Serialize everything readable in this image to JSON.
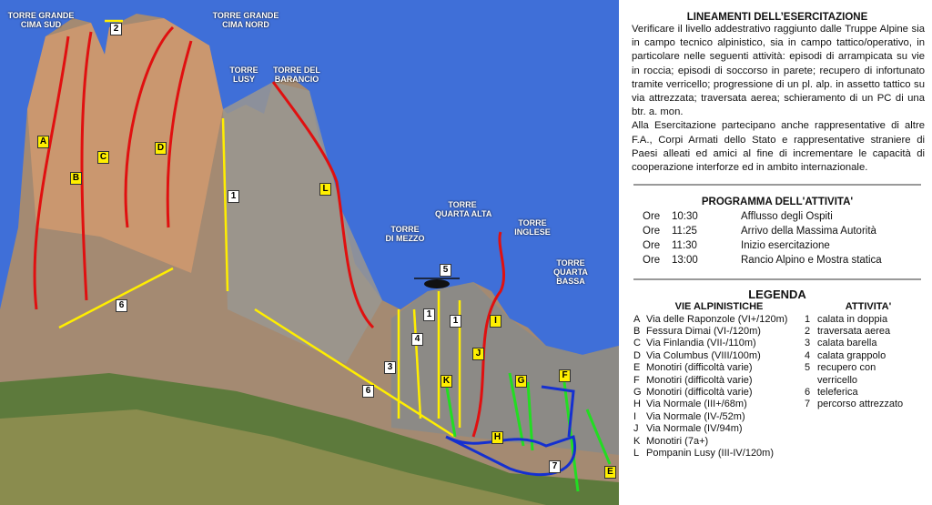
{
  "towers": [
    {
      "name": "TORRE GRANDE\nCIMA SUD"
    },
    {
      "name": "TORRE GRANDE\nCIMA NORD"
    },
    {
      "name": "TORRE DEL\nBARANCIO"
    },
    {
      "name": "TORRE\nLUSY"
    },
    {
      "name": "TORRE\nDI MEZZO"
    },
    {
      "name": "TORRE\nQUARTA ALTA"
    },
    {
      "name": "TORRE\nINGLESE"
    },
    {
      "name": "TORRE\nQUARTA\nBASSA"
    }
  ],
  "route_labels": [
    "A",
    "B",
    "C",
    "D",
    "L",
    "K",
    "J",
    "I",
    "G",
    "H",
    "F",
    "E"
  ],
  "activity_labels": [
    "2",
    "1",
    "6",
    "5",
    "1",
    "1",
    "4",
    "3",
    "6",
    "7"
  ],
  "lineamenti": {
    "title": "LINEAMENTI DELL’ESERCITAZIONE",
    "p1": "Verificare il livello addestrativo raggiunto dalle Truppe Alpine sia in campo tecnico alpinistico, sia in campo tattico/operativo, in particolare nelle seguenti attività: episodi di arrampicata su vie in roccia; episodi di soccorso in parete; recupero di infortunato tramite verricello; progressione di un pl. alp. in assetto tattico su via attrezzata; traversata aerea; schieramento di un PC di una btr. a. mon.",
    "p2": "Alla Esercitazione partecipano anche rappresentative di altre F.A., Corpi Armati dello Stato e rappresentative straniere di Paesi alleati ed amici al fine di incrementare le capacità di cooperazione interforze ed in ambito internazionale."
  },
  "programma": {
    "title": "PROGRAMMA DELL'ATTIVITA'",
    "rows": [
      {
        "ore": "Ore",
        "time": "10:30",
        "desc": "Afflusso degli Ospiti"
      },
      {
        "ore": "Ore",
        "time": "11:25",
        "desc": "Arrivo della Massima Autorità"
      },
      {
        "ore": "Ore",
        "time": "11:30",
        "desc": "Inizio esercitazione"
      },
      {
        "ore": "Ore",
        "time": "13:00",
        "desc": "Rancio Alpino e Mostra statica"
      }
    ]
  },
  "legenda": {
    "title": "LEGENDA",
    "vie_title": "VIE ALPINISTICHE",
    "att_title": "ATTIVITA'",
    "vie": [
      {
        "k": "A",
        "v": "Via delle Raponzole (VI+/120m)"
      },
      {
        "k": "B",
        "v": "Fessura Dimai (VI-/120m)"
      },
      {
        "k": "C",
        "v": "Via Finlandia (VII-/110m)"
      },
      {
        "k": "D",
        "v": "Via Columbus (VIII/100m)"
      },
      {
        "k": "E",
        "v": "Monotiri (difficoltà varie)"
      },
      {
        "k": "F",
        "v": "Monotiri (difficoltà varie)"
      },
      {
        "k": "G",
        "v": "Monotiri (difficoltà varie)"
      },
      {
        "k": "H",
        "v": "Via Normale (III+/68m)"
      },
      {
        "k": "I",
        "v": "Via Normale (IV-/52m)"
      },
      {
        "k": "J",
        "v": "Via Normale (IV/94m)"
      },
      {
        "k": "K",
        "v": "Monotiri (7a+)"
      },
      {
        "k": "L",
        "v": "Pompanin Lusy (III-IV/120m)"
      }
    ],
    "attivita": [
      {
        "k": "1",
        "v": "calata in doppia"
      },
      {
        "k": "2",
        "v": "traversata aerea"
      },
      {
        "k": "3",
        "v": "calata barella"
      },
      {
        "k": "4",
        "v": "calata grappolo"
      },
      {
        "k": "5",
        "v": "recupero con verricello"
      },
      {
        "k": "6",
        "v": "teleferica"
      },
      {
        "k": "7",
        "v": "percorso attrezzato"
      }
    ]
  }
}
